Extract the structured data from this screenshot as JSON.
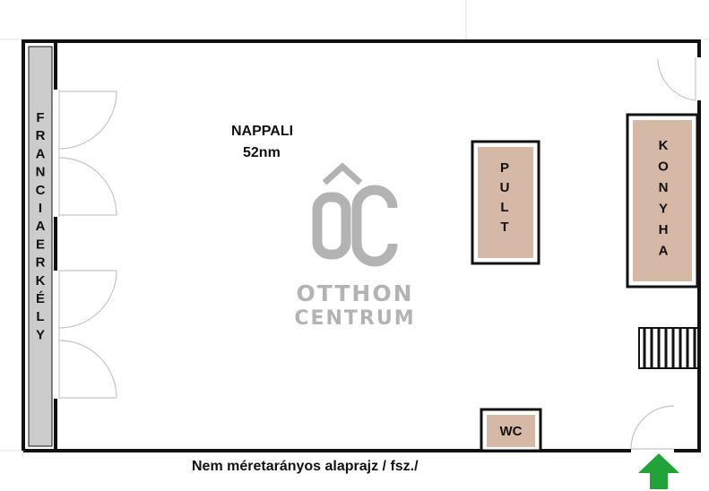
{
  "rooms": {
    "living_room": {
      "name": "NAPPALI",
      "area": "52nm"
    },
    "french_balcony": {
      "label": "FRANCIAERKÉLY"
    },
    "counter": {
      "label": "PULT"
    },
    "kitchen": {
      "label": "KONYHA"
    },
    "toilet": {
      "label": "WC"
    }
  },
  "watermark": {
    "logo_text": "ÔC",
    "line1": "OTTHON",
    "line2": "CENTRUM"
  },
  "caption": "Nem méretarányos alaprajz / fsz./",
  "entrance": {
    "icon": "arrow-up-icon",
    "color": "#21a33a"
  },
  "colors": {
    "wall": "#111111",
    "balcony_fill": "#cccccc",
    "furniture_fill": "#d6b8a6",
    "watermark": "#b3b3b3"
  }
}
